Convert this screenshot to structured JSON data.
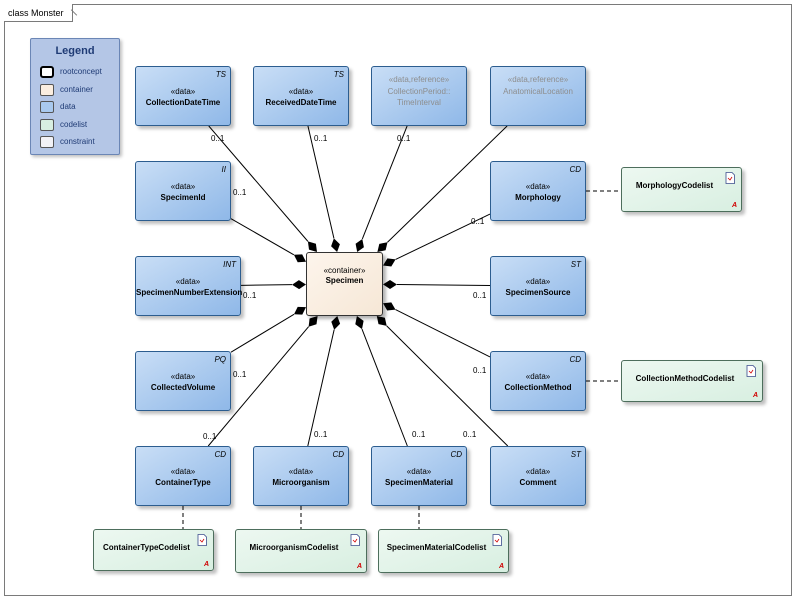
{
  "frame": {
    "title": "class Monster"
  },
  "legend": {
    "title": "Legend",
    "items": [
      {
        "label": "rootconcept",
        "color": "#ffffff"
      },
      {
        "label": "container",
        "color": "#fbeee0"
      },
      {
        "label": "data",
        "color": "#a9c9ee"
      },
      {
        "label": "codelist",
        "color": "#d8efe1"
      },
      {
        "label": "constraint",
        "color": "#f2f2f6"
      }
    ]
  },
  "center": {
    "stereotype": "«container»",
    "name": "Specimen"
  },
  "nodes": [
    {
      "id": "collectiondatetime",
      "stereotype": "«data»",
      "name": "CollectionDateTime",
      "type": "TS",
      "multiplicity": "0..1"
    },
    {
      "id": "receiveddatetime",
      "stereotype": "«data»",
      "name": "ReceivedDateTime",
      "type": "TS",
      "multiplicity": "0..1"
    },
    {
      "id": "collectionperiod",
      "stereotype": "«data,reference»",
      "name": "CollectionPeriod::\nTimeInterval",
      "type": "",
      "multiplicity": "0..1",
      "dim": true
    },
    {
      "id": "anatomicallocation",
      "stereotype": "«data,reference»",
      "name": "AnatomicalLocation",
      "type": "",
      "multiplicity": "",
      "dim": true
    },
    {
      "id": "specimenid",
      "stereotype": "«data»",
      "name": "SpecimenId",
      "type": "II",
      "multiplicity": "0..1"
    },
    {
      "id": "morphology",
      "stereotype": "«data»",
      "name": "Morphology",
      "type": "CD",
      "multiplicity": "0..1"
    },
    {
      "id": "specimennumberextension",
      "stereotype": "«data»",
      "name": "SpecimenNumberExtension",
      "type": "INT",
      "multiplicity": "0..1"
    },
    {
      "id": "specimensource",
      "stereotype": "«data»",
      "name": "SpecimenSource",
      "type": "ST",
      "multiplicity": "0..1"
    },
    {
      "id": "collectedvolume",
      "stereotype": "«data»",
      "name": "CollectedVolume",
      "type": "PQ",
      "multiplicity": "0..1"
    },
    {
      "id": "collectionmethod",
      "stereotype": "«data»",
      "name": "CollectionMethod",
      "type": "CD",
      "multiplicity": "0..1"
    },
    {
      "id": "containertype",
      "stereotype": "«data»",
      "name": "ContainerType",
      "type": "CD",
      "multiplicity": "0..1"
    },
    {
      "id": "microorganism",
      "stereotype": "«data»",
      "name": "Microorganism",
      "type": "CD",
      "multiplicity": "0..1"
    },
    {
      "id": "specimenmaterial",
      "stereotype": "«data»",
      "name": "SpecimenMaterial",
      "type": "CD",
      "multiplicity": "0..1"
    },
    {
      "id": "comment",
      "stereotype": "«data»",
      "name": "Comment",
      "type": "ST",
      "multiplicity": "0..1"
    }
  ],
  "codelists": [
    {
      "id": "morphologycodelist",
      "name": "MorphologyCodelist",
      "target": "morphology"
    },
    {
      "id": "collectionmethodcodelist",
      "name": "CollectionMethodCodelist",
      "target": "collectionmethod"
    },
    {
      "id": "containertypecodelist",
      "name": "ContainerTypeCodelist",
      "target": "containertype"
    },
    {
      "id": "microorganismcodelist",
      "name": "MicroorganismCodelist",
      "target": "microorganism"
    },
    {
      "id": "specimenmaterialcodelist",
      "name": "SpecimenMaterialCodelist",
      "target": "specimenmaterial"
    }
  ],
  "codelist_marker": "A"
}
